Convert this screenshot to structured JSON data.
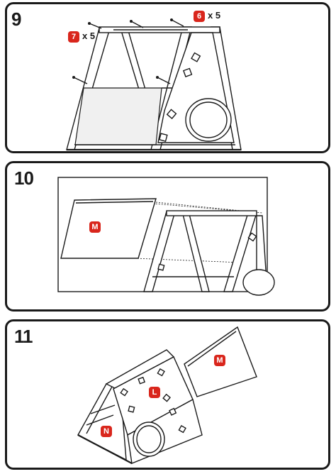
{
  "steps": [
    {
      "number": "9",
      "parts": [
        {
          "letter": "7",
          "quantity": "x 5"
        },
        {
          "letter": "6",
          "quantity": "x 5"
        }
      ]
    },
    {
      "number": "10",
      "parts": [
        {
          "letter": "M"
        }
      ]
    },
    {
      "number": "11",
      "parts": [
        {
          "letter": "M"
        },
        {
          "letter": "L"
        },
        {
          "letter": "N"
        }
      ]
    }
  ],
  "colors": {
    "badge": "#d9261c",
    "line": "#1a1a1a"
  }
}
